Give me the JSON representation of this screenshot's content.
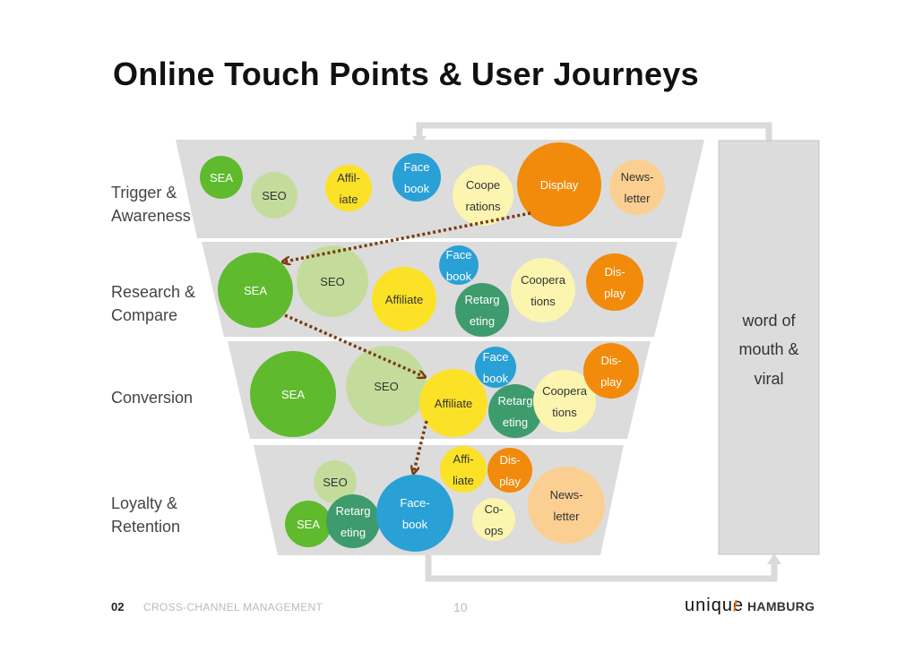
{
  "title": "Online Touch Points & User Journeys",
  "stages": [
    {
      "label_lines": [
        "Trigger &",
        "Awareness"
      ]
    },
    {
      "label_lines": [
        "Research &",
        "Compare"
      ]
    },
    {
      "label_lines": [
        "Conversion"
      ]
    },
    {
      "label_lines": [
        "Loyalty &",
        "Retention"
      ]
    }
  ],
  "wom_lines": [
    "word of",
    "mouth &",
    "viral"
  ],
  "colors": {
    "dark_green": "#5fba2e",
    "light_green": "#c4dc9b",
    "yellow": "#fbe227",
    "blue": "#29a0d6",
    "pale_yellow": "#fbf5b0",
    "orange": "#f28a0b",
    "peach": "#fbcf92",
    "teal": "#3e9b6e",
    "band": "#dcdcdc",
    "arrow": "#7a3b12"
  },
  "touch_points": [
    {
      "lines": [
        "SEA"
      ],
      "color": "dark_green"
    },
    {
      "lines": [
        "SEO"
      ],
      "color": "light_green"
    },
    {
      "lines": [
        "Affil-",
        "iate"
      ],
      "color": "yellow"
    },
    {
      "lines": [
        "Face",
        "book"
      ],
      "color": "blue"
    },
    {
      "lines": [
        "Coope",
        "rations"
      ],
      "color": "pale_yellow"
    },
    {
      "lines": [
        "Display"
      ],
      "color": "orange"
    },
    {
      "lines": [
        "News-",
        "letter"
      ],
      "color": "peach"
    },
    {
      "lines": [
        "SEA"
      ],
      "color": "dark_green"
    },
    {
      "lines": [
        "SEO"
      ],
      "color": "light_green"
    },
    {
      "lines": [
        "Affiliate"
      ],
      "color": "yellow"
    },
    {
      "lines": [
        "Face",
        "book"
      ],
      "color": "blue"
    },
    {
      "lines": [
        "Retarg",
        "eting"
      ],
      "color": "teal"
    },
    {
      "lines": [
        "Coopera",
        "tions"
      ],
      "color": "pale_yellow"
    },
    {
      "lines": [
        "Dis-",
        "play"
      ],
      "color": "orange"
    },
    {
      "lines": [
        "SEA"
      ],
      "color": "dark_green"
    },
    {
      "lines": [
        "SEO"
      ],
      "color": "light_green"
    },
    {
      "lines": [
        "Affiliate"
      ],
      "color": "yellow"
    },
    {
      "lines": [
        "Face",
        "book"
      ],
      "color": "blue"
    },
    {
      "lines": [
        "Retarg",
        "eting"
      ],
      "color": "teal"
    },
    {
      "lines": [
        "Coopera",
        "tions"
      ],
      "color": "pale_yellow"
    },
    {
      "lines": [
        "Dis-",
        "play"
      ],
      "color": "orange"
    },
    {
      "lines": [
        "SEO"
      ],
      "color": "light_green"
    },
    {
      "lines": [
        "SEA"
      ],
      "color": "dark_green"
    },
    {
      "lines": [
        "Retarg",
        "eting"
      ],
      "color": "teal"
    },
    {
      "lines": [
        "Face-",
        "book"
      ],
      "color": "blue"
    },
    {
      "lines": [
        "Affi-",
        "liate"
      ],
      "color": "yellow"
    },
    {
      "lines": [
        "Dis-",
        "play"
      ],
      "color": "orange"
    },
    {
      "lines": [
        "Co-",
        "ops"
      ],
      "color": "pale_yellow"
    },
    {
      "lines": [
        "News-",
        "letter"
      ],
      "color": "peach"
    }
  ],
  "footer": {
    "section_number": "02",
    "section_title": "CROSS-CHANNEL MANAGEMENT",
    "page_number": "10",
    "logo_text": "unique",
    "logo_slash": "/",
    "logo_city": "HAMBURG"
  }
}
